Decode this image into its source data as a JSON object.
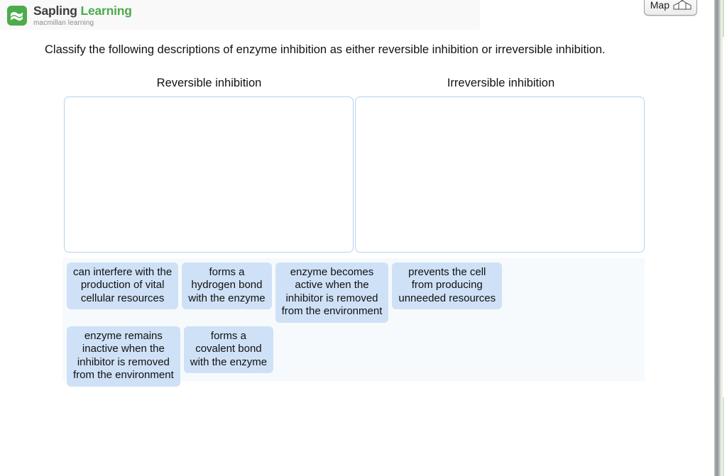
{
  "brand": {
    "logo_icon": "sapling-leaf-icon",
    "title_word1": "Sapling",
    "title_word2": "Learning",
    "subtitle": "macmillan learning",
    "green": "#4cab4b",
    "dark": "#3d3d3d"
  },
  "toolbar": {
    "map_label": "Map",
    "map_icon": "map-fold-icon"
  },
  "prompt": {
    "text": "Classify the following descriptions of enzyme inhibition as either reversible inhibition or irreversible inhibition."
  },
  "categories": [
    {
      "label": "Reversible inhibition",
      "dropzone_name": "dropzone-reversible",
      "items": []
    },
    {
      "label": "Irreversible inhibition",
      "dropzone_name": "dropzone-irreversible",
      "items": []
    }
  ],
  "tray": {
    "tile_color": "#cfe1f6",
    "background": "#f6fafd",
    "rows": [
      [
        {
          "text": "can interfere with the\nproduction of vital\ncellular resources"
        },
        {
          "text": "forms a\nhydrogen bond\nwith the enzyme"
        },
        {
          "text": "enzyme becomes\nactive when the\ninhibitor is removed\nfrom the environment"
        },
        {
          "text": "prevents the cell\nfrom producing\nunneeded resources"
        }
      ],
      [
        {
          "text": "enzyme remains\ninactive when the\ninhibitor is removed\nfrom the environment"
        },
        {
          "text": "forms a\ncovalent bond\nwith the enzyme"
        }
      ]
    ]
  }
}
